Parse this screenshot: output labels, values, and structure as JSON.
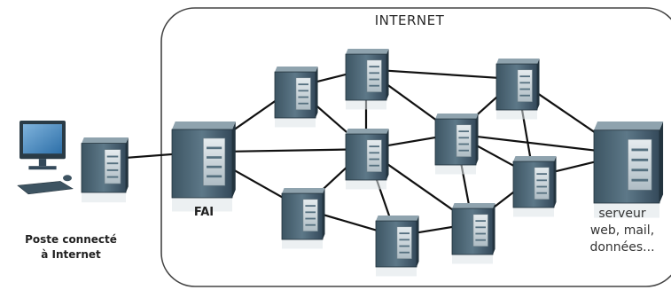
{
  "internet_label": "INTERNET",
  "isp_label": "FAI",
  "client_label": "Poste connecté\nà Internet",
  "server_label": "serveur\nweb, mail,\ndonnées...",
  "colors": {
    "server_body": "#4f6876",
    "server_face": "#c9d3d9",
    "cloud_border": "#444444",
    "link": "#111111"
  },
  "nodes": [
    {
      "id": "client_pc",
      "kind": "workstation"
    },
    {
      "id": "client_tower",
      "kind": "server"
    },
    {
      "id": "fai",
      "kind": "server"
    },
    {
      "id": "r1",
      "kind": "router"
    },
    {
      "id": "r2",
      "kind": "router"
    },
    {
      "id": "r3",
      "kind": "router"
    },
    {
      "id": "r4",
      "kind": "router"
    },
    {
      "id": "r5",
      "kind": "router"
    },
    {
      "id": "r6",
      "kind": "router"
    },
    {
      "id": "r7",
      "kind": "router"
    },
    {
      "id": "r8",
      "kind": "router"
    },
    {
      "id": "r9",
      "kind": "router"
    },
    {
      "id": "dest",
      "kind": "server"
    }
  ],
  "links": [
    [
      "client_tower",
      "fai"
    ],
    [
      "fai",
      "r1"
    ],
    [
      "fai",
      "r4"
    ],
    [
      "fai",
      "r3"
    ],
    [
      "r1",
      "r2"
    ],
    [
      "r1",
      "r4"
    ],
    [
      "r2",
      "r4"
    ],
    [
      "r2",
      "r5"
    ],
    [
      "r2",
      "r6"
    ],
    [
      "r6",
      "r7"
    ],
    [
      "r6",
      "r5"
    ],
    [
      "r6",
      "dest"
    ],
    [
      "r4",
      "r5"
    ],
    [
      "r4",
      "r3"
    ],
    [
      "r4",
      "r9"
    ],
    [
      "r4",
      "r8"
    ],
    [
      "r5",
      "r7"
    ],
    [
      "r5",
      "r9"
    ],
    [
      "r5",
      "dest"
    ],
    [
      "r3",
      "r8"
    ],
    [
      "r8",
      "r9"
    ],
    [
      "r9",
      "r7"
    ],
    [
      "r7",
      "dest"
    ]
  ]
}
